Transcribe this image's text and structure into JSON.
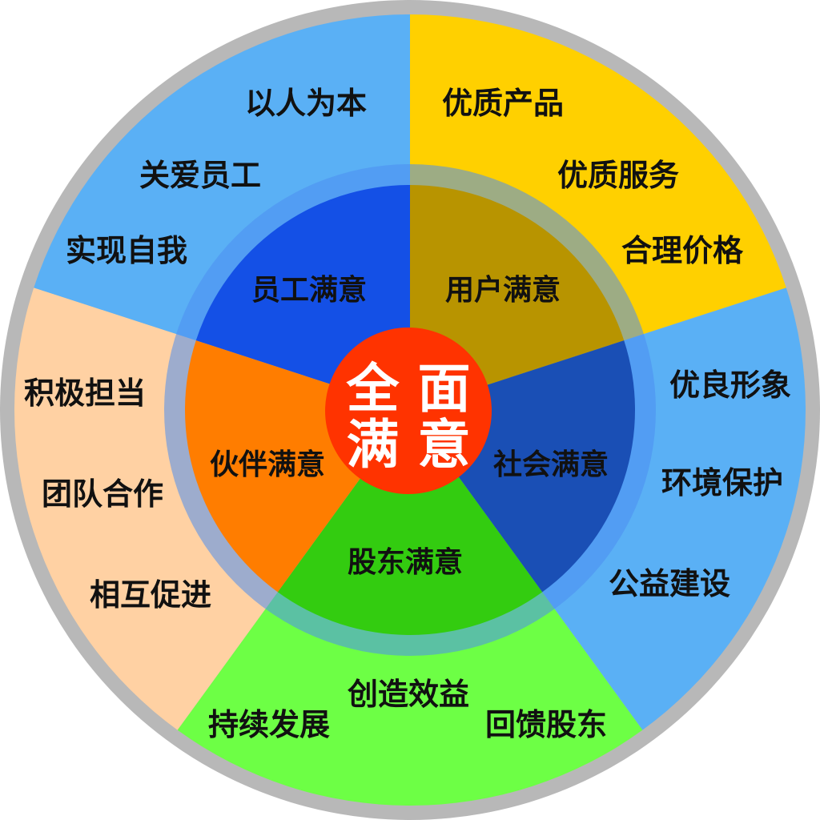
{
  "center": {
    "line1": "全 面",
    "line2": "满 意",
    "color": "#ff3300"
  },
  "colors": {
    "rim": "#b8b8b8",
    "ring": "#4d8ef0",
    "employee_outer": "#5ab0f5",
    "employee_inner": "#1450e6",
    "user_outer": "#ffd000",
    "user_inner": "#b89400",
    "society_outer": "#5ab0f5",
    "society_inner": "#1a4fb5",
    "shareholder_outer": "#6dff45",
    "shareholder_inner": "#33cc10",
    "partner_outer": "#ffd1a3",
    "partner_inner": "#ff7d00"
  },
  "segments": {
    "employee": {
      "title": "员工满意",
      "items": [
        "以人为本",
        "关爱员工",
        "实现自我"
      ]
    },
    "user": {
      "title": "用户满意",
      "items": [
        "优质产品",
        "优质服务",
        "合理价格"
      ]
    },
    "society": {
      "title": "社会满意",
      "items": [
        "优良形象",
        "环境保护",
        "公益建设"
      ]
    },
    "shareholder": {
      "title": "股东满意",
      "items": [
        "创造效益",
        "持续发展",
        "回馈股东"
      ]
    },
    "partner": {
      "title": "伙伴满意",
      "items": [
        "积极担当",
        "团队合作",
        "相互促进"
      ]
    }
  }
}
